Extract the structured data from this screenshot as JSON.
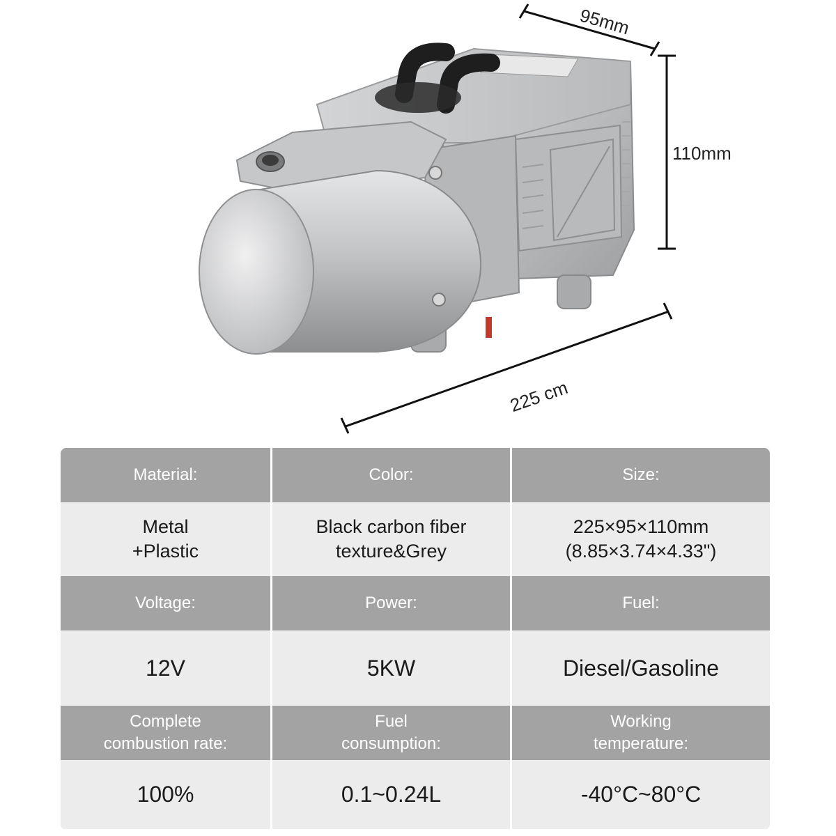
{
  "dimensions": {
    "depth": "95mm",
    "height": "110mm",
    "length": "225 cm"
  },
  "specs": [
    {
      "label": "Material:",
      "value": "Metal\n+Plastic"
    },
    {
      "label": "Color:",
      "value": "Black carbon fiber\ntexture&Grey"
    },
    {
      "label": "Size:",
      "value": "225×95×110mm\n(8.85×3.74×4.33\")"
    },
    {
      "label": "Voltage:",
      "value": "12V"
    },
    {
      "label": "Power:",
      "value": "5KW"
    },
    {
      "label": "Fuel:",
      "value": "Diesel/Gasoline"
    },
    {
      "label": "Complete\ncombustion rate:",
      "value": "100%"
    },
    {
      "label": "Fuel\nconsumption:",
      "value": "0.1~0.24L"
    },
    {
      "label": "Working\ntemperature:",
      "value": "-40°C~80°C"
    }
  ],
  "colors": {
    "header_bg": "#a3a3a3",
    "value_bg": "#ececec",
    "body_metal": "#c9cacc"
  }
}
